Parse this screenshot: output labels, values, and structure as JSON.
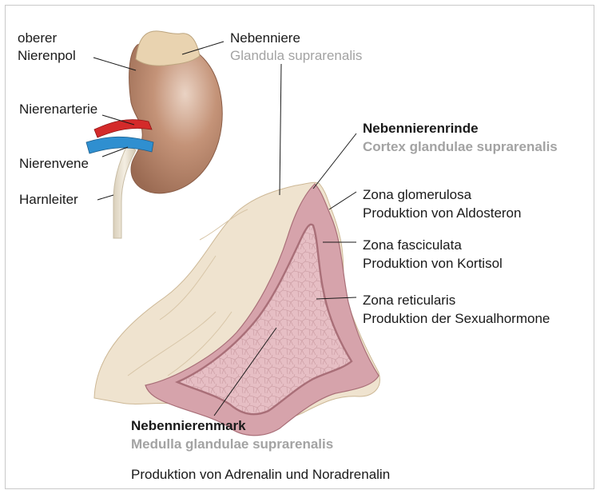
{
  "kidney_labels": {
    "upper_pole": [
      "oberer",
      "Nierenpol"
    ],
    "artery": "Nierenarterie",
    "vein": "Nierenvene",
    "ureter": "Harnleiter",
    "adrenal_de": "Nebenniere",
    "adrenal_la": "Glandula suprarenalis"
  },
  "cortex": {
    "title_de": "Nebennierenrinde",
    "title_la": "Cortex glandulae suprarenalis",
    "zones": [
      {
        "name": "Zona glomerulosa",
        "function": "Produktion von Aldosteron"
      },
      {
        "name": "Zona fasciculata",
        "function": "Produktion von Kortisol"
      },
      {
        "name": "Zona reticularis",
        "function": "Produktion der Sexualhormone"
      }
    ]
  },
  "medulla": {
    "title_de": "Nebennierenmark",
    "title_la": "Medulla glandulae suprarenalis",
    "function": "Produktion von Adrenalin und Noradrenalin"
  },
  "colors": {
    "kidney": "#b9876a",
    "adrenal_cap": "#e9d3b0",
    "gland_tissue": "#efe3cf",
    "cortex": "#d6a3ab",
    "medulla": "#e5bcc2",
    "artery": "#d42a2a",
    "vein": "#2f8fd0",
    "ureter": "#e8e0cf",
    "text_gray": "#a3a3a3"
  }
}
